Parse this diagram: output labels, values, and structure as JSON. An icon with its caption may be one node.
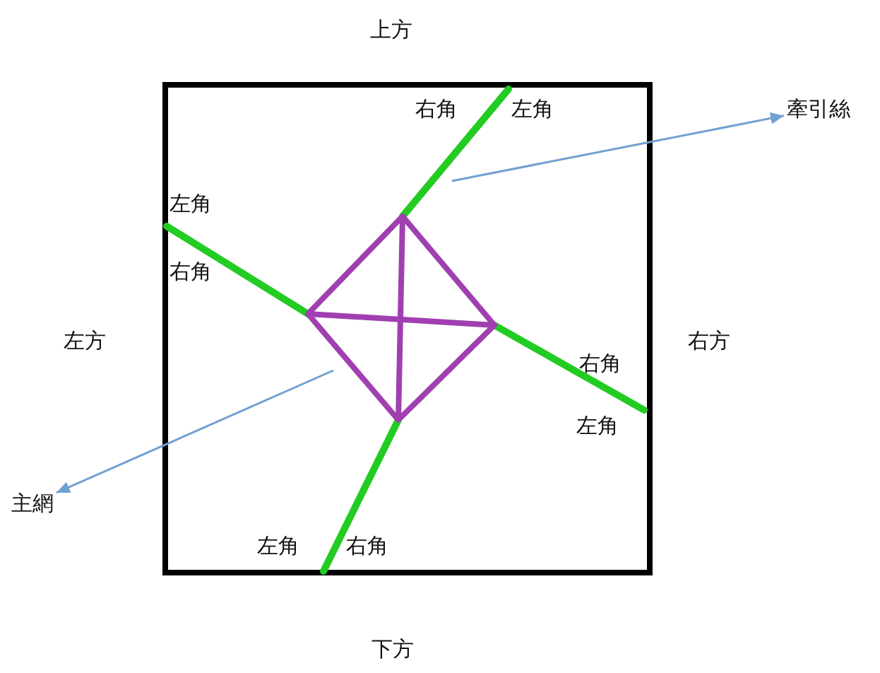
{
  "diagram": {
    "nodes": [
      {
        "text": [
          "牽引絲"
        ]
      },
      {
        "text": [
          "主網"
        ]
      }
    ],
    "edges": [
      {
        "from": null,
        "to": 0,
        "arrow": "to"
      },
      {
        "from": null,
        "to": 1,
        "arrow": "to"
      }
    ],
    "labels": [
      "上方",
      "右角",
      "左角",
      "左角",
      "右角",
      "左方",
      "右方",
      "右角",
      "左角",
      "左角",
      "右角",
      "下方"
    ]
  }
}
